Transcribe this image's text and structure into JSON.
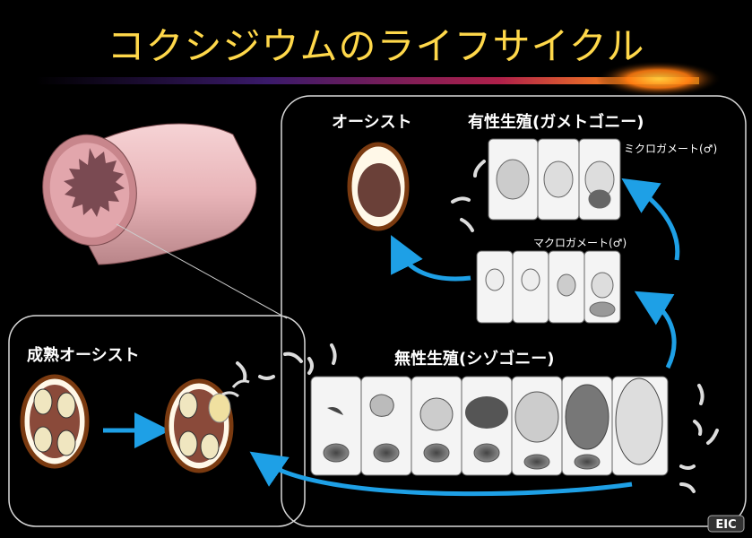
{
  "title": "コクシジウムのライフサイクル",
  "labels": {
    "oocyst": "オーシスト",
    "sexual": "有性生殖(ガメトゴニー)",
    "micro": "ミクロガメート(♂)",
    "macro": "マクロガメート(♂)",
    "asexual": "無性生殖(シゾゴニー)",
    "mature": "成熟オーシスト"
  },
  "logo_text": "EIC",
  "colors": {
    "title": "#ffd84a",
    "arrow": "#1ea0e6",
    "panel_border": "#d9d9d9",
    "intestine": "#e6b6b9"
  }
}
